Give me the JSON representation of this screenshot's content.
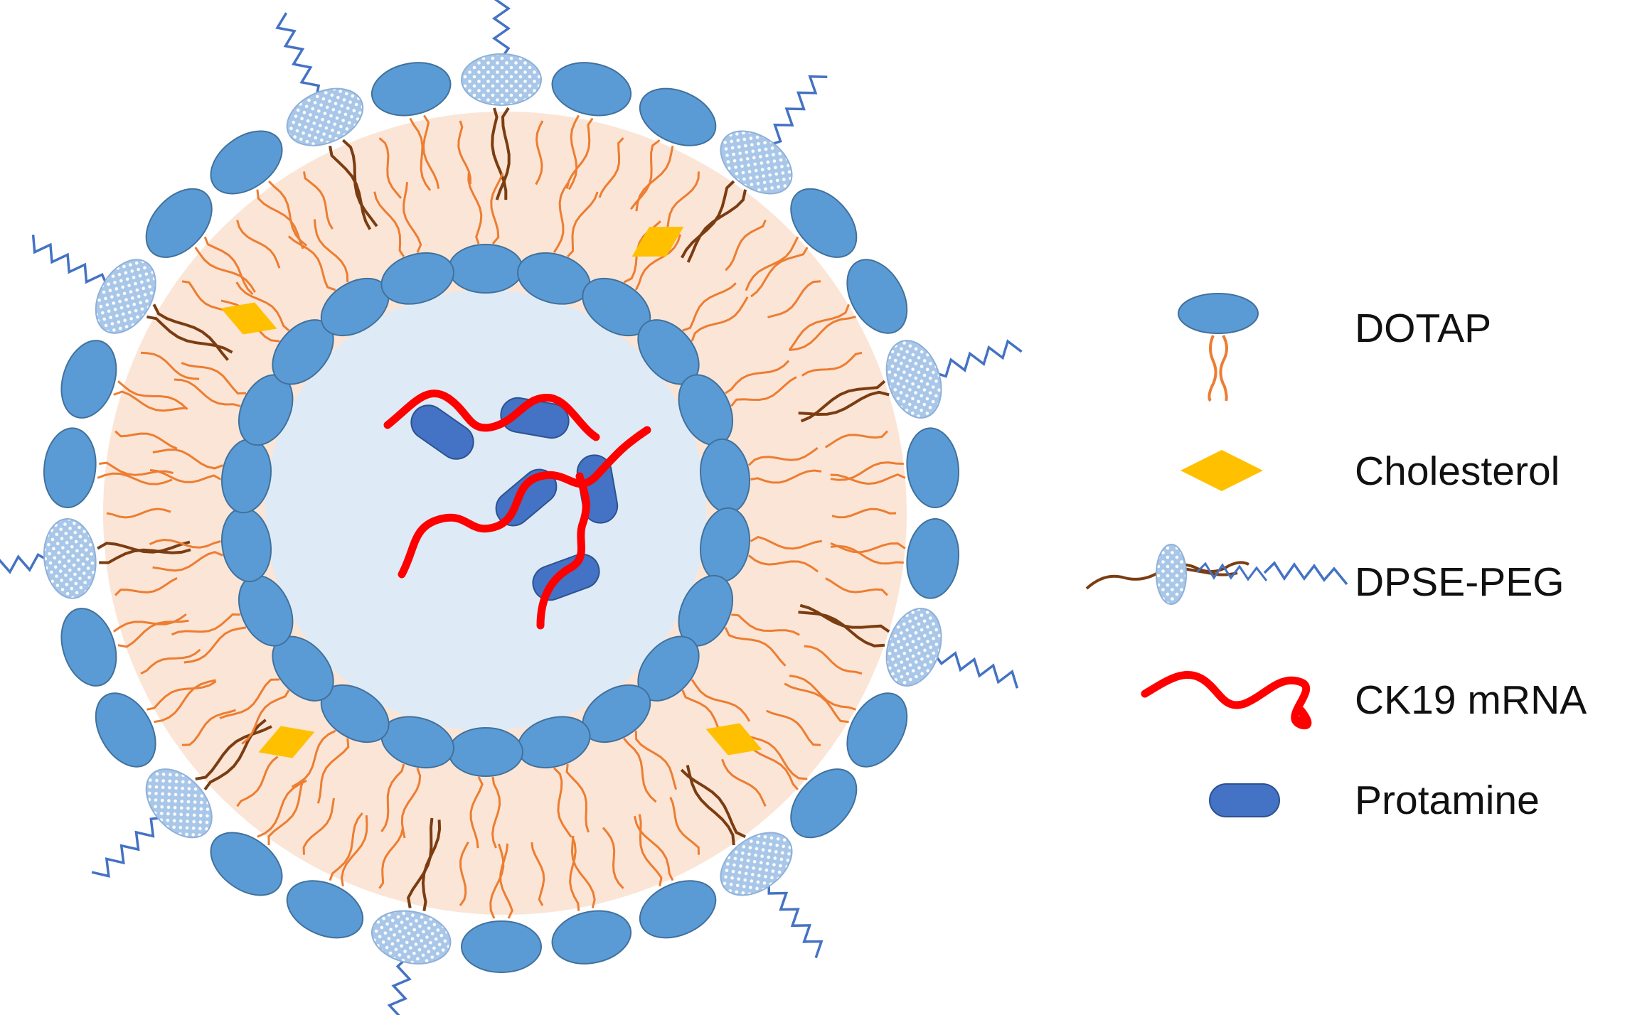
{
  "legend": [
    {
      "key": "dotap",
      "label": "DOTAP",
      "icon": "dotap-lipid-icon"
    },
    {
      "key": "cholesterol",
      "label": "Cholesterol",
      "icon": "cholesterol-diamond-icon"
    },
    {
      "key": "dpse_peg",
      "label": "DPSE-PEG",
      "icon": "dpse-peg-lipid-icon"
    },
    {
      "key": "ck19_mrna",
      "label": "CK19 mRNA",
      "icon": "mrna-strand-icon"
    },
    {
      "key": "protamine",
      "label": "Protamine",
      "icon": "protamine-capsule-icon"
    }
  ],
  "colors": {
    "lipid_head": "#5b9bd5",
    "lipid_head_stroke": "#41719c",
    "peg_head": "#a9c7e8",
    "orange_tail": "#ed7d31",
    "brown_tail": "#7a3d12",
    "peg_chain": "#4472c4",
    "cholesterol": "#ffc000",
    "mrna": "#ff0000",
    "protamine": "#4472c4",
    "shell_fill": "#fbe5d6",
    "core_fill": "#deebf7"
  }
}
